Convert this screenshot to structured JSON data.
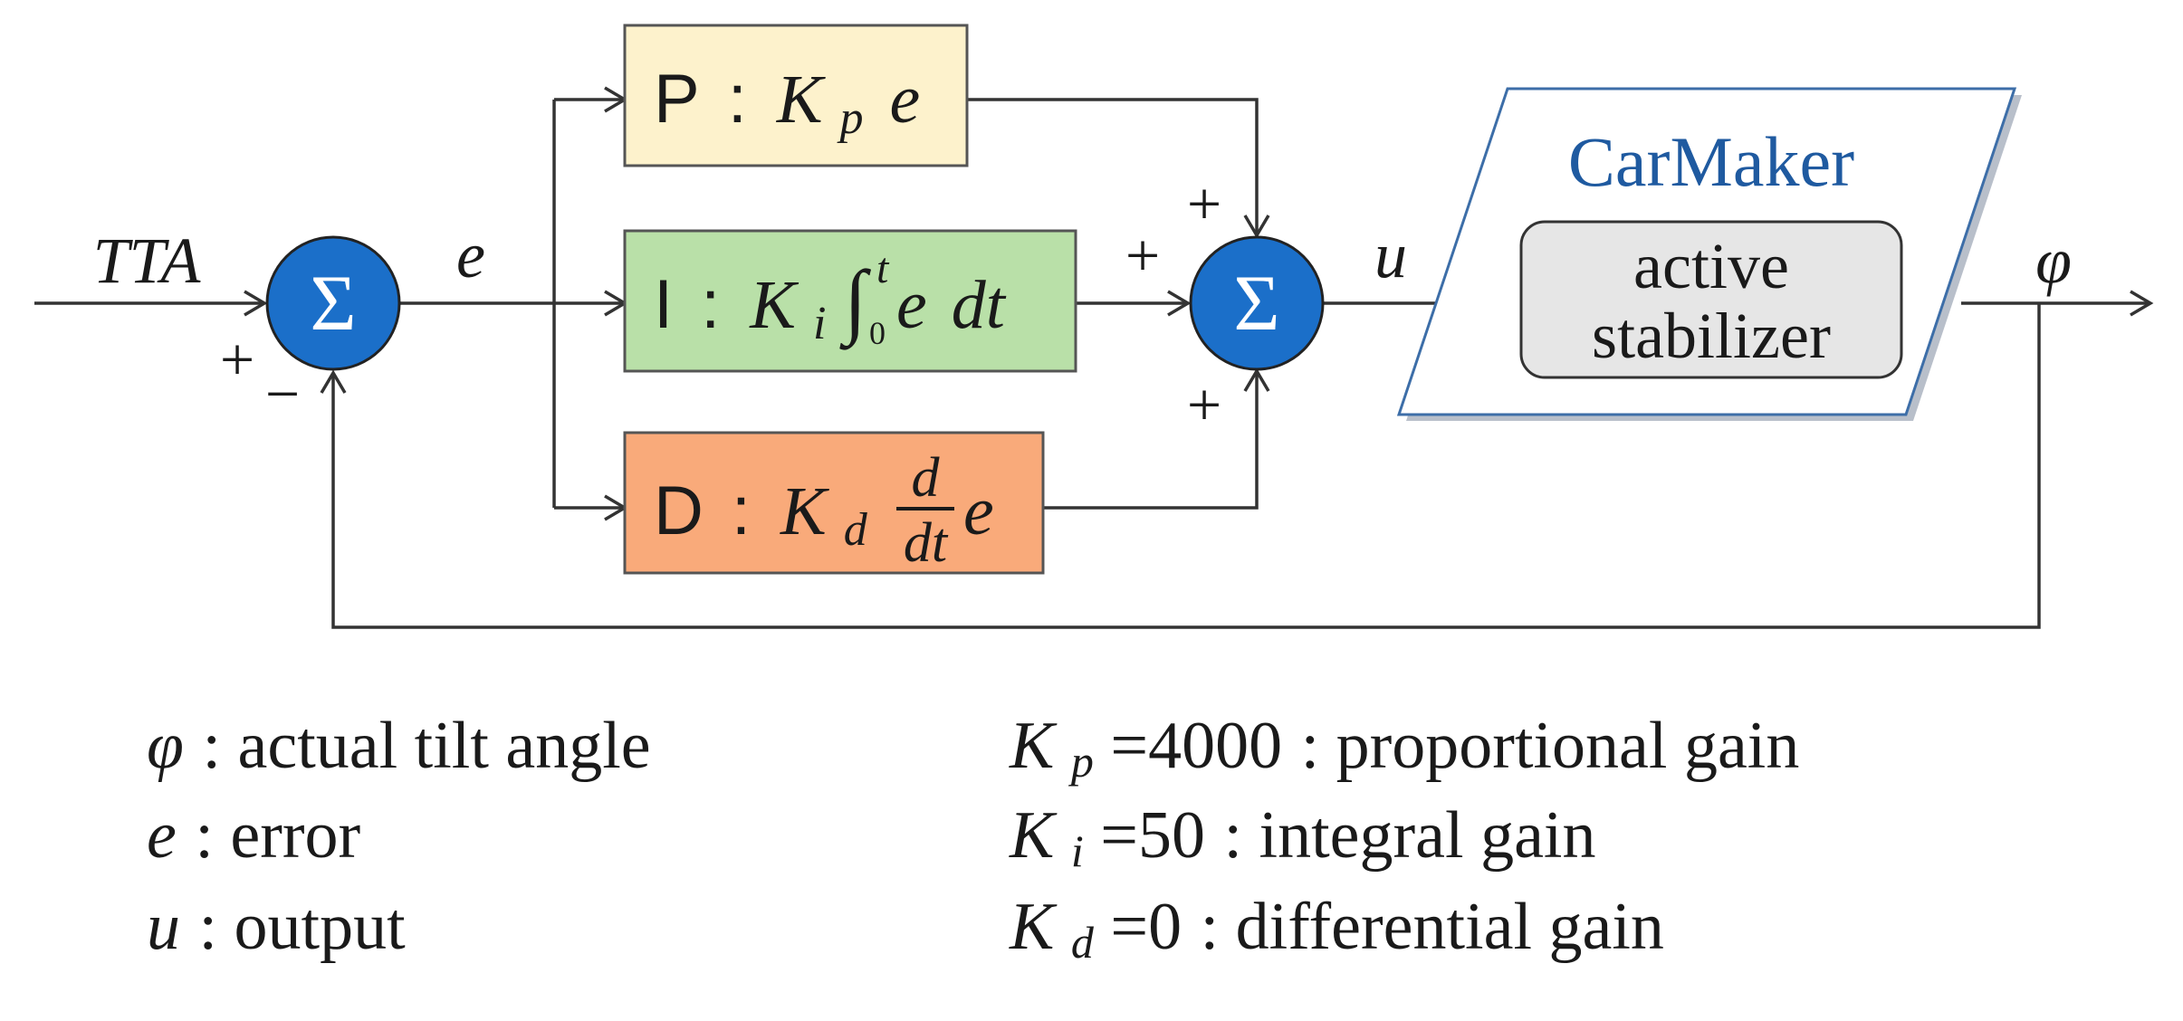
{
  "colors": {
    "p_fill": "#fdf2cc",
    "i_fill": "#b9e0a8",
    "d_fill": "#f9aa7a",
    "sum_fill": "#1b6fc9",
    "carmaker_border": "#3d6ea8",
    "carmaker_text": "#1f5aa0",
    "stabilizer_fill": "#e6e6e6",
    "wire": "#333333"
  },
  "signals": {
    "input": "TTA",
    "error": "e",
    "control": "u",
    "output": "φ"
  },
  "summing_junctions": {
    "symbol": "Σ",
    "left_plus": "+",
    "left_minus": "−",
    "right_plus_top": "+",
    "right_plus_left": "+",
    "right_plus_bottom": "+"
  },
  "blocks": {
    "p": {
      "letter": "P",
      "colon": ":",
      "gain": "K",
      "gain_sub": "p",
      "term": "e"
    },
    "i": {
      "letter": "I",
      "colon": ":",
      "gain": "K",
      "gain_sub": "i",
      "integral": "∫",
      "lower": "0",
      "upper": "t",
      "term": "e",
      "dt": "dt"
    },
    "d": {
      "letter": "D",
      "colon": ":",
      "gain": "K",
      "gain_sub": "d",
      "frac_num": "d",
      "frac_den": "dt",
      "term": "e"
    }
  },
  "plant": {
    "title": "CarMaker",
    "line1": "active",
    "line2": "stabilizer"
  },
  "legend": {
    "left": [
      {
        "symbol": "φ",
        "desc": ": actual tilt angle"
      },
      {
        "symbol": "e",
        "desc": ": error"
      },
      {
        "symbol": "u",
        "desc": ": output"
      }
    ],
    "right": [
      {
        "symbol": "K",
        "sub": "p",
        "value": "=4000",
        "desc": ": proportional gain"
      },
      {
        "symbol": "K",
        "sub": "i",
        "value": "=50",
        "desc": ": integral gain"
      },
      {
        "symbol": "K",
        "sub": "d",
        "value": "=0",
        "desc": ": differential gain"
      }
    ]
  }
}
